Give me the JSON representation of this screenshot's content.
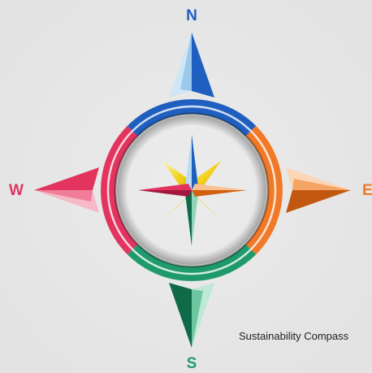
{
  "compass": {
    "labels": {
      "north": "N",
      "south": "S",
      "west": "W",
      "east": "E"
    },
    "caption": "Sustainability Compass"
  },
  "colors": {
    "background": "#e7e7e7",
    "north": "#1f5fbf",
    "east": "#f07a28",
    "south": "#1f9a6c",
    "west": "#e2345f",
    "inner_star_diagonal": "#f2d21a"
  }
}
